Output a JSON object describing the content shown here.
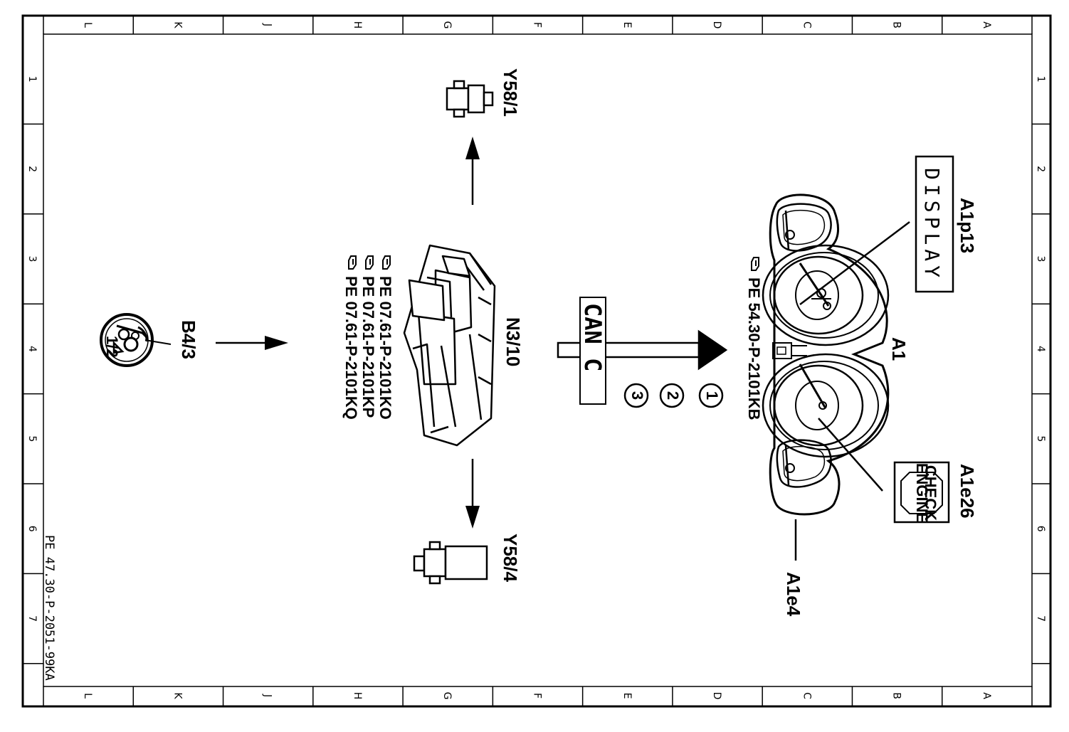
{
  "frame": {
    "columns": [
      "L",
      "K",
      "J",
      "H",
      "G",
      "F",
      "E",
      "D",
      "C",
      "B",
      "A"
    ],
    "rows": [
      "1",
      "2",
      "3",
      "4",
      "5",
      "6",
      "7"
    ],
    "document_id": "PE 47.30-P-2051-99KA"
  },
  "components": {
    "b4_3": "B4/3",
    "n3_10": "N3/10",
    "y58_1": "Y58/1",
    "y58_4": "Y58/4",
    "a1": "A1",
    "a1p13": "A1p13",
    "a1e26": "A1e26",
    "a1e4": "A1e4"
  },
  "references": {
    "n3_10_refs": [
      "PE  07.61-P-2101KO",
      "PE  07.61-P-2101KP",
      "PE  07.61-P-2101KQ"
    ],
    "a1_ref": "PE  54.30-P-2101KB"
  },
  "can": {
    "label": "CAN C",
    "numbers": [
      "1",
      "2",
      "3"
    ]
  },
  "display_text": "DISPLAY",
  "check_engine_lines": [
    "CHECK",
    "ENGINE"
  ],
  "b4_3_gauge_mark": "1/2",
  "icons": {
    "ref": "hand-pointing-reference-icon",
    "sender": "fuel-level-sender-icon",
    "ecu": "control-unit-icon",
    "valve": "solenoid-valve-icon",
    "cluster": "instrument-cluster-icon"
  },
  "colors": {
    "ink": "#000000",
    "paper": "#ffffff"
  }
}
